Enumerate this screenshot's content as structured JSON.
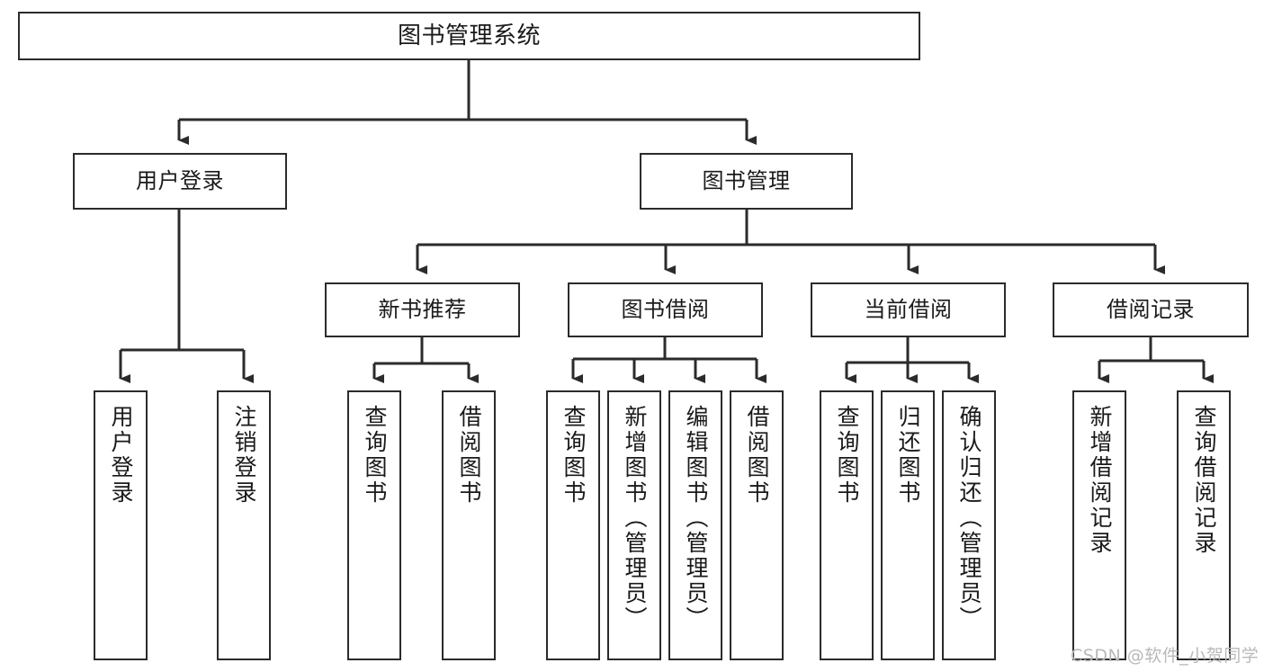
{
  "diagram": {
    "title": "图书管理系统",
    "type": "tree",
    "orientation": "top-down",
    "line_color": "#2b2b2b",
    "box_fill": "#ffffff",
    "text_color": "#1a1a1a",
    "watermark": "CSDN @软件_小贺同学",
    "nodes": {
      "root": {
        "label": "图书管理系统"
      },
      "level1": [
        {
          "label": "用户登录"
        },
        {
          "label": "图书管理"
        }
      ],
      "level2": [
        {
          "label": "新书推荐"
        },
        {
          "label": "图书借阅"
        },
        {
          "label": "当前借阅"
        },
        {
          "label": "借阅记录"
        }
      ],
      "leaves": {
        "user_login": [
          {
            "label": "用户登录"
          },
          {
            "label": "注销登录"
          }
        ],
        "new_book_recommend": [
          {
            "label": "查询图书"
          },
          {
            "label": "借阅图书"
          }
        ],
        "book_borrow": [
          {
            "label": "查询图书"
          },
          {
            "label": "新增图书（管理员）"
          },
          {
            "label": "编辑图书（管理员）"
          },
          {
            "label": "借阅图书"
          }
        ],
        "current_borrow": [
          {
            "label": "查询图书"
          },
          {
            "label": "归还图书"
          },
          {
            "label": "确认归还（管理员）"
          }
        ],
        "borrow_record": [
          {
            "label": "新增借阅记录"
          },
          {
            "label": "查询借阅记录"
          }
        ]
      }
    }
  }
}
